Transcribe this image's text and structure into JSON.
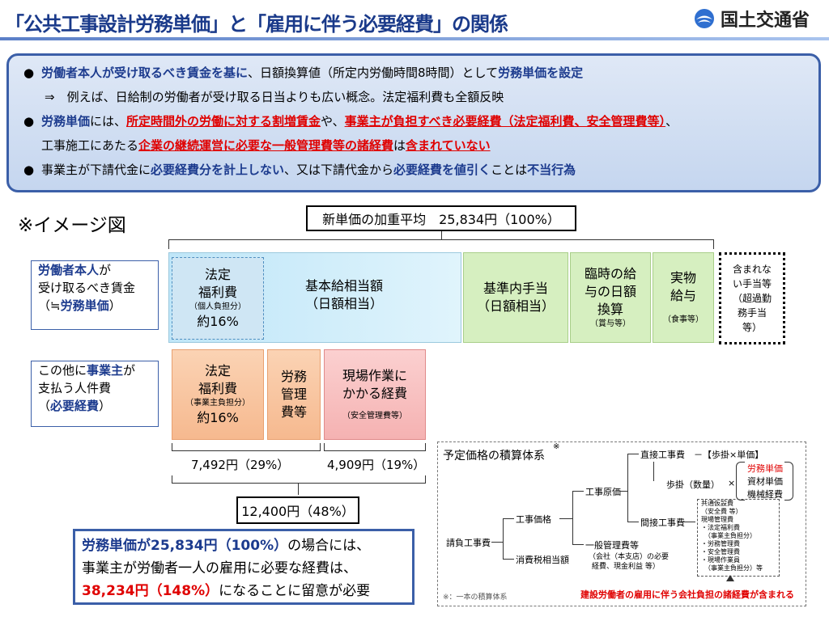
{
  "header": {
    "title": "「公共工事設計労務単価」と「雇用に伴う必要経費」の関係",
    "ministry": "国土交通省"
  },
  "summary": {
    "line1": {
      "a": "労働者本人が受け取るべき賃金を基に",
      "b": "、日額換算値（所定内労働時間8時間）として",
      "c": "労務単価を設定"
    },
    "line2": "⇒　例えば、日給制の労働者が受け取る日当よりも広い概念。法定福利費も全額反映",
    "line3": {
      "a": "労務単価",
      "b": "には、",
      "c": "所定時間外の労働に対する割増賃金",
      "d": "や、",
      "e": "事業主が負担すべき必要経費（法定福利費、安全管理費等）",
      "f": "、"
    },
    "line4": {
      "a": "工事施工にあたる",
      "b": "企業の継続運営に必要な一般管理費等の諸経費",
      "c": "は",
      "d": "含まれていない"
    },
    "line5": {
      "a": "事業主が下請代金に",
      "b": "必要経費分を計上しない",
      "c": "、又は下請代金から",
      "d": "必要経費を値引く",
      "e": "ことは",
      "f": "不当行為"
    }
  },
  "diagram": {
    "image_label": "※イメージ図",
    "weighted_avg": "新単価の加重平均　25,834円（100%）",
    "worker_label": {
      "a": "労働者本人",
      "b": "が",
      "c": "受け取るべき賃金",
      "d": "（≒",
      "e": "労務単価",
      "f": "）"
    },
    "employer_label": {
      "a": "この他に",
      "b": "事業主",
      "c": "が",
      "d": "支払う人件費",
      "e": "（",
      "f": "必要経費",
      "g": "）"
    },
    "welfare_worker": {
      "l1": "法定",
      "l2": "福利費",
      "note": "（個人負担分）",
      "pct": "約16%"
    },
    "basic_pay": {
      "l1": "基本給相当額",
      "l2": "（日額相当）"
    },
    "allowance": {
      "l1": "基準内手当",
      "l2": "（日額相当）"
    },
    "temp_pay": {
      "l1": "臨時の給",
      "l2": "与の日額",
      "l3": "換算",
      "note": "（賞与等）"
    },
    "in_kind": {
      "l1": "実物",
      "l2": "給与",
      "note": "（食事等）"
    },
    "excluded": {
      "l1": "含まれな",
      "l2": "い手当等",
      "l3": "（超過勤",
      "l4": "務手当",
      "l5": "等）"
    },
    "welfare_employer": {
      "l1": "法定",
      "l2": "福利費",
      "note": "（事業主負担分）",
      "pct": "約16%"
    },
    "labor_mgmt": {
      "l1": "労務",
      "l2": "管理",
      "l3": "費等"
    },
    "site_cost": {
      "l1": "現場作業に",
      "l2": "かかる経費",
      "note": "（安全管理費等）"
    },
    "amount1": "7,492円（29%）",
    "amount2": "4,909円（19%）",
    "total": "12,400円（48%）"
  },
  "conclusion": {
    "a": "労務単価が25,834円（100%）",
    "b": "の場合には、",
    "c": "事業主が労働者一人の雇用に必要な経費は、",
    "d": "38,234円（148%）",
    "e": "になることに留意が必要"
  },
  "flow": {
    "title": "予定価格の積算体系",
    "mark": "※",
    "contract": "請負工事費",
    "construction_price": "工事価格",
    "consumption_tax": "消費税相当額",
    "work_cost": "工事原価",
    "general_mgmt": "一般管理費等",
    "general_mgmt_note1": "（会社（本支店）の必要",
    "general_mgmt_note2": "経費、現金利益 等）",
    "direct": "直接工事費",
    "direct_formula": "－【歩掛×単価】",
    "indirect": "間接工事費",
    "step": "歩掛（数量）",
    "times": "×",
    "unit1": "労務単価",
    "unit2": "資材単価",
    "unit3": "機械経費",
    "indirect_items": [
      "共通仮設費",
      "（安全費 等）",
      "現場管理費",
      "・法定福利費",
      "　（事業主負担分）",
      "・労務管理費",
      "・安全管理費",
      "・現場作業員",
      "　（事業主負担分）等"
    ],
    "footnote": "※：一本の積算体系",
    "red_note": "建設労働者の雇用に伴う会社負担の諸経費が含まれる"
  }
}
